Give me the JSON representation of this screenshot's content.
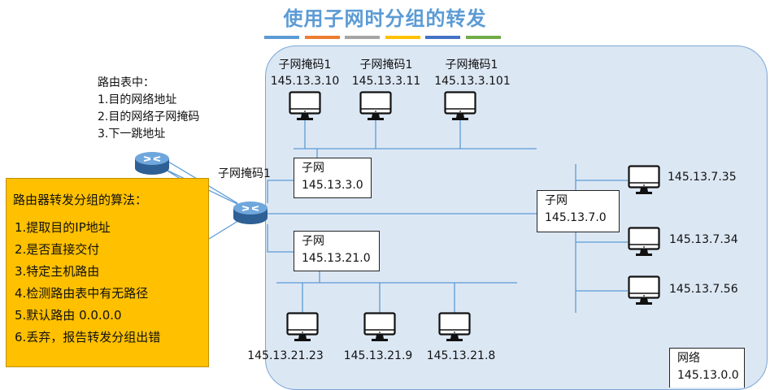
{
  "title": "使用子网时分组的转发",
  "title_bar_colors": [
    "#5B9BD5",
    "#ED7D31",
    "#A5A5A5",
    "#FFC000",
    "#4472C4",
    "#70AD47"
  ],
  "routing_table": {
    "heading": "路由表中：",
    "items": [
      "1.目的网络地址",
      "2.目的网络子网掩码",
      "3.下一跳地址"
    ]
  },
  "router_mask_label": "子网掩码1",
  "algorithm": {
    "heading": "路由器转发分组的算法：",
    "steps": [
      "1.提取目的IP地址",
      "2.是否直接交付",
      "3.特定主机路由",
      "4.检测路由表中有无路径",
      "5.默认路由 0.0.0.0",
      "6.丢弃，报告转发分组出错"
    ]
  },
  "subnet_3": {
    "box_label": "子网",
    "box_addr": "145.13.3.0",
    "hosts": [
      {
        "mask": "子网掩码1",
        "ip": "145.13.3.10"
      },
      {
        "mask": "子网掩码1",
        "ip": "145.13.3.11"
      },
      {
        "mask": "子网掩码1",
        "ip": "145.13.3.101"
      }
    ]
  },
  "subnet_7": {
    "box_label": "子网",
    "box_addr": "145.13.7.0",
    "hosts": [
      {
        "ip": "145.13.7.35"
      },
      {
        "ip": "145.13.7.34"
      },
      {
        "ip": "145.13.7.56"
      }
    ]
  },
  "subnet_21": {
    "box_label": "子网",
    "box_addr": "145.13.21.0",
    "hosts": [
      {
        "ip": "145.13.21.23"
      },
      {
        "ip": "145.13.21.9"
      },
      {
        "ip": "145.13.21.8"
      }
    ]
  },
  "network": {
    "label": "网络",
    "addr": "145.13.0.0"
  },
  "icons": {
    "router": "router-icon",
    "computer": "computer-monitor-icon"
  }
}
